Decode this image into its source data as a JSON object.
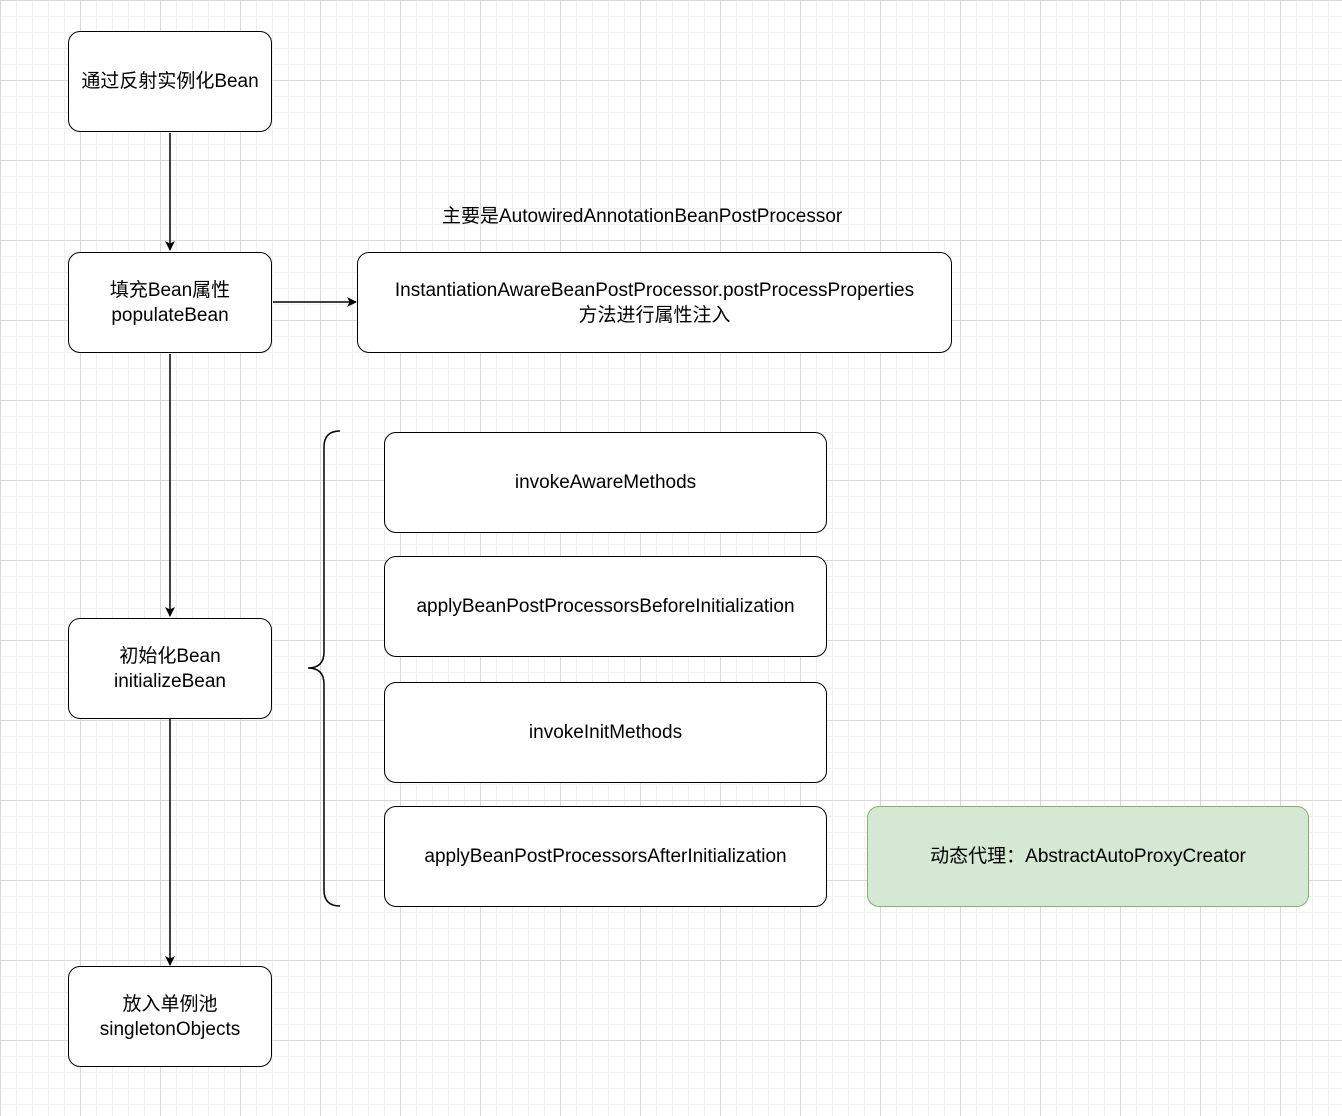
{
  "nodes": {
    "instantiate": {
      "line1": "通过反射实例化Bean"
    },
    "populate": {
      "line1": "填充Bean属性",
      "line2": "populateBean"
    },
    "post_process_properties": {
      "line1": "InstantiationAwareBeanPostProcessor.postProcessProperties",
      "line2": "方法进行属性注入"
    },
    "initialize": {
      "line1": "初始化Bean",
      "line2": "initializeBean"
    },
    "invoke_aware": {
      "line1": "invokeAwareMethods"
    },
    "before_init": {
      "line1": "applyBeanPostProcessorsBeforeInitialization"
    },
    "invoke_init": {
      "line1": "invokeInitMethods"
    },
    "after_init": {
      "line1": "applyBeanPostProcessorsAfterInitialization"
    },
    "dynamic_proxy": {
      "line1": "动态代理：AbstractAutoProxyCreator"
    },
    "singleton": {
      "line1": "放入单例池",
      "line2": "singletonObjects"
    }
  },
  "annotations": {
    "autowired_note": "主要是AutowiredAnnotationBeanPostProcessor"
  },
  "colors": {
    "stroke": "#000000",
    "green_fill": "#d5e8d4",
    "green_stroke": "#82b366"
  }
}
